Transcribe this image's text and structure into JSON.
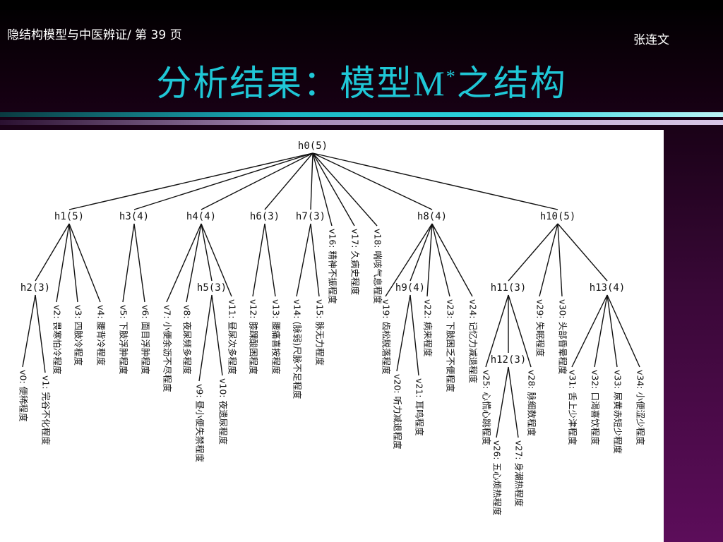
{
  "header": {
    "left": "隐结构模型与中医辨证/ 第 39 页",
    "right": "张连文",
    "title_a": "分析结果：模型",
    "title_m": "M",
    "title_star": "*",
    "title_b": "之结构"
  },
  "tree": {
    "h0": "h0(5)",
    "h1": "h1(5)",
    "h2": "h2(3)",
    "h3": "h3(4)",
    "h4": "h4(4)",
    "h5": "h5(3)",
    "h6": "h6(3)",
    "h7": "h7(3)",
    "h8": "h8(4)",
    "h9": "h9(4)",
    "h10": "h10(5)",
    "h11": "h11(3)",
    "h12": "h12(3)",
    "h13": "h13(4)",
    "v0": "v0: 便稀程度",
    "v1": "v1: 完谷不化程度",
    "v2": "v2: 畏寒怕冷程度",
    "v3": "v3: 四肢冷程度",
    "v4": "v4: 腰背冷程度",
    "v5": "v5: 下肢浮肿程度",
    "v6": "v6: 面目浮肿程度",
    "v7": "v7: 小便余沥不尽程度",
    "v8": "v8: 夜尿频多程度",
    "v9": "v9: 昼小便失禁程度",
    "v10": "v10: 夜遗尿程度",
    "v11": "v11: 昼尿次多程度",
    "v12": "v12: 膝踝酸困程度",
    "v13": "v13: 腰痛喜按程度",
    "v14": "v14: (脉弱)尺脉不足程度",
    "v15": "v15: 脉无力程度",
    "v16": "v16: 精神不振程度",
    "v17": "v17: 久病史程度",
    "v18": "v18: 喘咳气息程度",
    "v19": "v19: 齿松脱落程度",
    "v20": "v20: 听力减退程度",
    "v21": "v21: 耳鸣程度",
    "v22": "v22: 病来程度",
    "v23": "v23: 下肢困乏不便程度",
    "v24": "v24: 记忆力减退程度",
    "v25": "v25: 心慌心跳程度",
    "v26": "v26: 五心烦热程度",
    "v27": "v27: 身潮热程度",
    "v28": "v28: 脉细数程度",
    "v29": "v29: 失眠程度",
    "v30": "v30: 头部昏晕程度",
    "v31": "v31: 舌上少津程度",
    "v32": "v32: 口渴喜饮程度",
    "v33": "v33: 尿黄赤短少程度",
    "v34": "v34: 小便涩少程度"
  }
}
